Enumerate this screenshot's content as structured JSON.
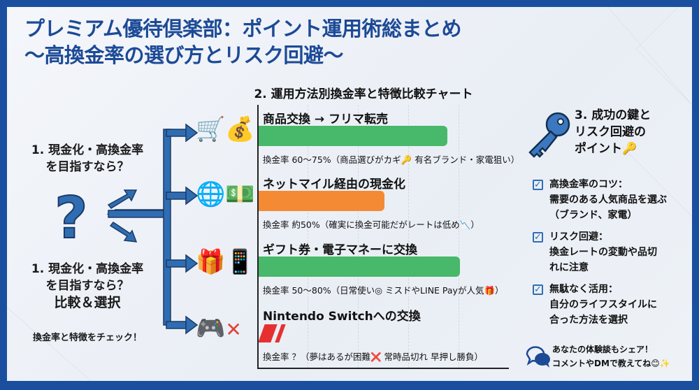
{
  "title": {
    "line1": "プレミアム優待倶楽部：ポイント運用術総まとめ",
    "line2": "〜高換金率の選び方とリスク回避〜"
  },
  "section1": {
    "heading_top": [
      "1. 現金化・高換金率",
      "を目指すなら？"
    ],
    "heading_bottom": [
      "1. 現金化・高換金率",
      "を目指すなら？",
      "比較＆選択"
    ],
    "note": "換金率と特徴をチェック！",
    "question_mark": "?"
  },
  "section2": {
    "heading": "2. 運用方法別換金率と特徴比較チャート",
    "items": [
      {
        "title": "商品交換 → フリマ転売",
        "rate": "換金率 60〜75%（商品選びがカギ🔑 有名ブランド・家電狙い）",
        "bar_percent": 75,
        "color": "#48b86a",
        "icon": "cart-moneybag-icon"
      },
      {
        "title": "ネットマイル経由の現金化",
        "rate": "換金率 約50%（確実に換金可能だがレートは低め📉）",
        "bar_percent": 50,
        "color": "#f58a34",
        "icon": "globe-cash-icon"
      },
      {
        "title": "ギフト券・電子マネーに交換",
        "rate": "換金率 50〜80%（日常使い◎ ミスドやLINE Payが人気🎁）",
        "bar_percent": 80,
        "color": "#48b86a",
        "icon": "gift-qr-phone-icon"
      },
      {
        "title": "Nintendo Switchへの交換",
        "rate": "換金率 ？（夢はあるが困難❌ 常時品切れ 早押し勝負）",
        "bar_percent": null,
        "color": "#e63030",
        "icon": "switch-cross-icon"
      }
    ]
  },
  "section3": {
    "heading": [
      "3. 成功の鍵と",
      "リスク回避の",
      "ポイント🔑"
    ],
    "points": [
      {
        "lines": [
          "高換金率のコツ：",
          "需要のある人気商品を選ぶ",
          "（ブランド、家電）"
        ]
      },
      {
        "lines": [
          "リスク回避：",
          "換金レートの変動や品切",
          "れに注意"
        ]
      },
      {
        "lines": [
          "無駄なく活用：",
          "自分のライフスタイルに",
          "合った方法を選択"
        ]
      }
    ],
    "footer": [
      "あなたの体験談もシェア！",
      "コメントやDMで教えてね😊✨"
    ]
  },
  "colors": {
    "frame": "#1a4fa0",
    "title": "#1c4a96",
    "accent": "#2f6db3"
  }
}
